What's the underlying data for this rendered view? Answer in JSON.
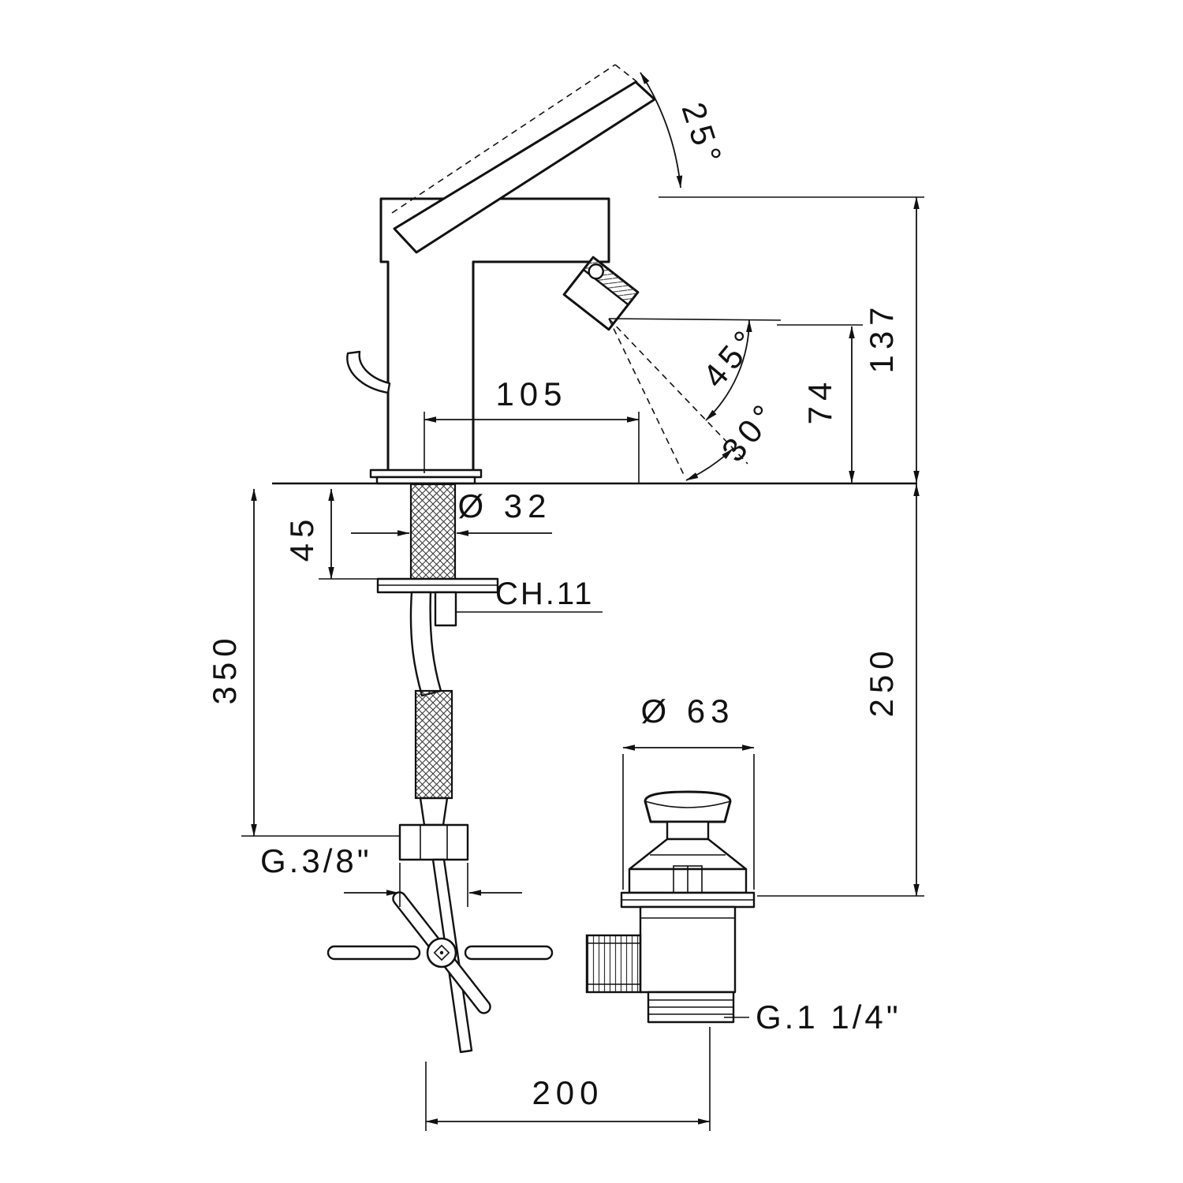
{
  "drawing": {
    "type": "technical-dimension-drawing",
    "subject": "bidet mixer faucet with flexible supply hoses, angle valve and pop-up waste",
    "background_color": "#ffffff",
    "line_color": "#111111"
  },
  "labels": {
    "handle_opening_angle": "25°",
    "spout_height_above_deck": "137",
    "spout_reach": "105",
    "spray_angle_wide": "45°",
    "spray_angle_narrow": "30°",
    "spray_outlet_drop": "74",
    "shank_diameter": "Ø 32",
    "max_deck_thickness": "45",
    "rod_wrench_size": "CH.11",
    "hose_length": "350",
    "under_deck_clearance": "250",
    "waste_flange_diameter": "Ø 63",
    "supply_connection_thread": "G.3/8\"",
    "waste_connection_thread": "G.1 1/4\"",
    "waste_horizontal_offset": "200"
  }
}
